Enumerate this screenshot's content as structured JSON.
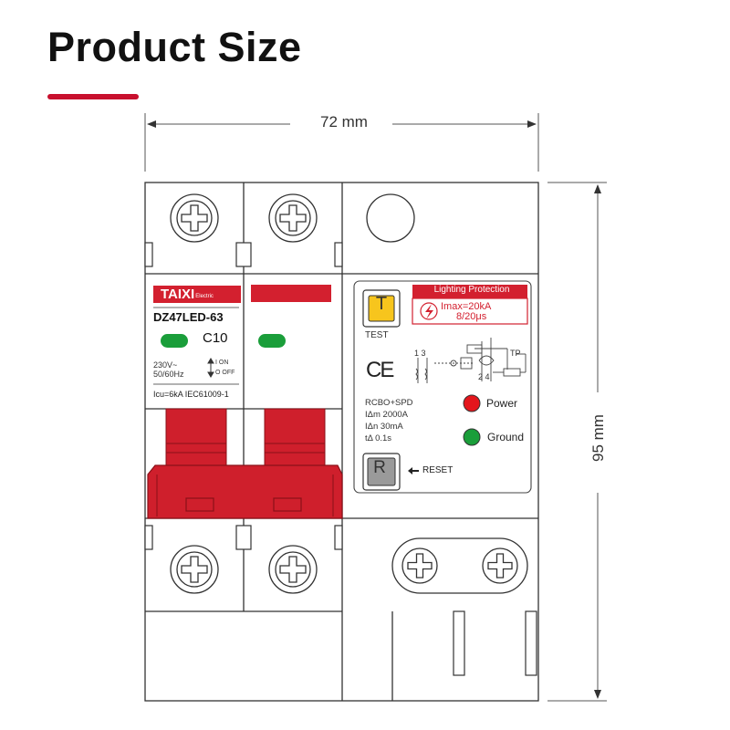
{
  "page": {
    "title": "Product Size",
    "accent_color": "#c8102e"
  },
  "dimensions": {
    "width_label": "72 mm",
    "height_label": "95 mm"
  },
  "device": {
    "brand": "TAIXI",
    "brand_sub": "Electric",
    "model": "DZ47LED-63",
    "rating": "C10",
    "voltage": "230V~",
    "frequency": "50/60Hz",
    "on_label": "I ON",
    "off_label": "O OFF",
    "icu": "Icu=6kA IEC61009-1",
    "lightning_title": "Lighting Protection",
    "imax": "Imax=20kA",
    "surge_wave": "8/20μs",
    "test_letter": "T",
    "test_label": "TEST",
    "reset_letter": "R",
    "reset_label": "RESET",
    "ce_mark": "CE",
    "specs": [
      "RCBO+SPD",
      "IΔm 2000A",
      "IΔn 30mA",
      "tΔ 0.1s"
    ],
    "power_label": "Power",
    "ground_label": "Ground",
    "diagram_top": "1 3",
    "diagram_bottom": "2 4",
    "diagram_tp": "TP",
    "colors": {
      "red": "#d3202f",
      "handle_red": "#cf1f2c",
      "green": "#1a9e3a",
      "power_red": "#e4161c",
      "test_yellow": "#f7c51d",
      "reset_gray": "#9a9a9a"
    }
  }
}
